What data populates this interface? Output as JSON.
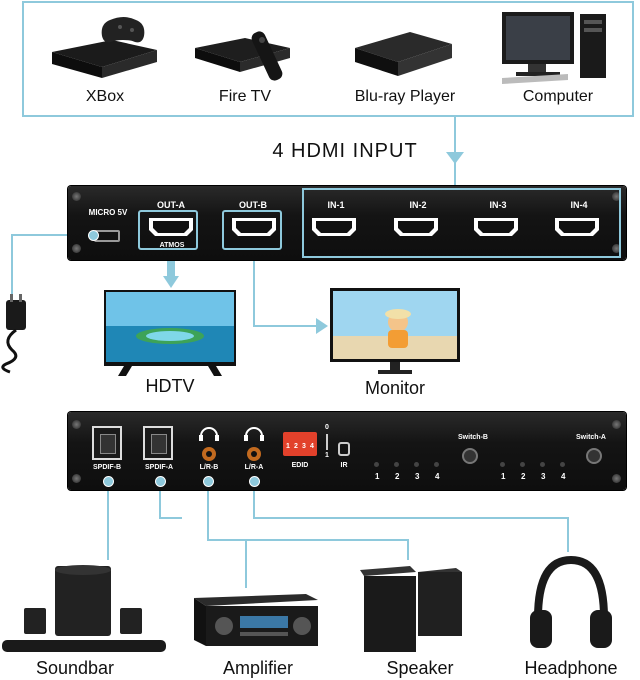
{
  "sources": [
    "XBox",
    "Fire TV",
    "Blu-ray Player",
    "Computer"
  ],
  "input_caption": "4 HDMI INPUT",
  "front_panel": {
    "micro": "MICRO 5V",
    "out_a": "OUT-A",
    "out_a_sub": "ATMOS",
    "out_b": "OUT-B",
    "inputs": [
      "IN-1",
      "IN-2",
      "IN-3",
      "IN-4"
    ]
  },
  "displays": [
    "HDTV",
    "Monitor"
  ],
  "rear_panel": {
    "spdif_b": "SPDIF-B",
    "spdif_a": "SPDIF-A",
    "lr_b": "L/R-B",
    "lr_a": "L/R-A",
    "edid": "EDID",
    "edid_digits": [
      "1",
      "2",
      "3",
      "4"
    ],
    "dip_top": "0",
    "dip_bottom": "1",
    "ir": "IR",
    "switch_b": "Switch-B",
    "switch_a": "Switch-A",
    "led_nums": [
      "1",
      "2",
      "3",
      "4"
    ]
  },
  "outputs": [
    "Soundbar",
    "Amplifier",
    "Speaker",
    "Headphone"
  ],
  "colors": {
    "accent": "#8ec9dc",
    "panel": "#141414"
  }
}
